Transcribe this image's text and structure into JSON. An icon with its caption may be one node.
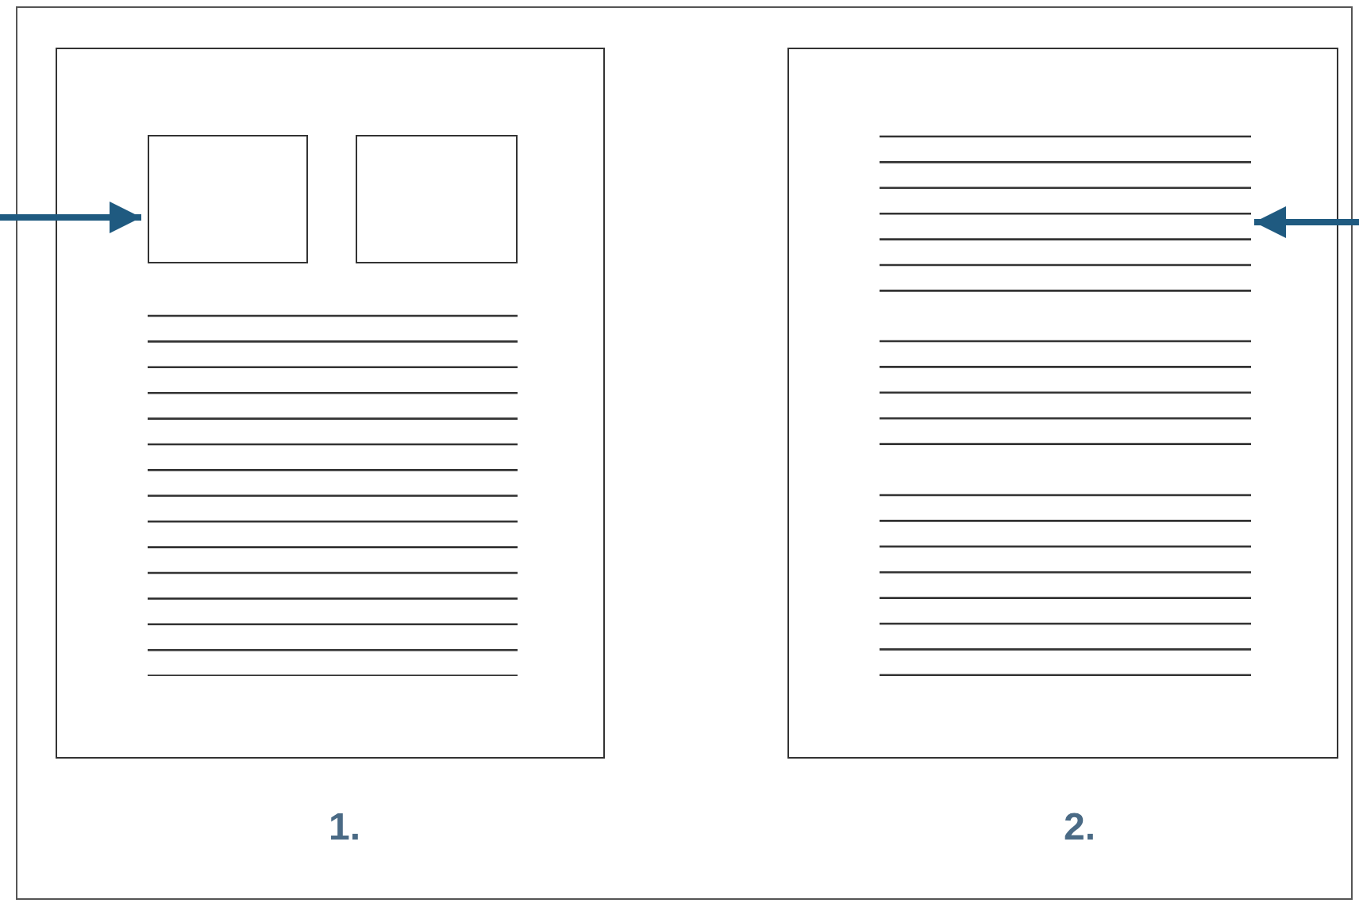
{
  "diagram": {
    "nodes": [
      {
        "text": [],
        "shape": "box",
        "beside": [
          "1."
        ]
      },
      {
        "text": [],
        "shape": "box",
        "in": 0
      },
      {
        "text": [],
        "shape": "box",
        "in": 0
      },
      {
        "text": [],
        "shape": "lines",
        "in": 0
      },
      {
        "text": [],
        "shape": "box",
        "beside": [
          "2."
        ]
      },
      {
        "text": [],
        "shape": "lines",
        "in": 4
      }
    ],
    "edges": [
      {
        "from": null,
        "to": 1,
        "arrow": "to"
      },
      {
        "from": null,
        "to": 5,
        "arrow": "to"
      }
    ]
  }
}
